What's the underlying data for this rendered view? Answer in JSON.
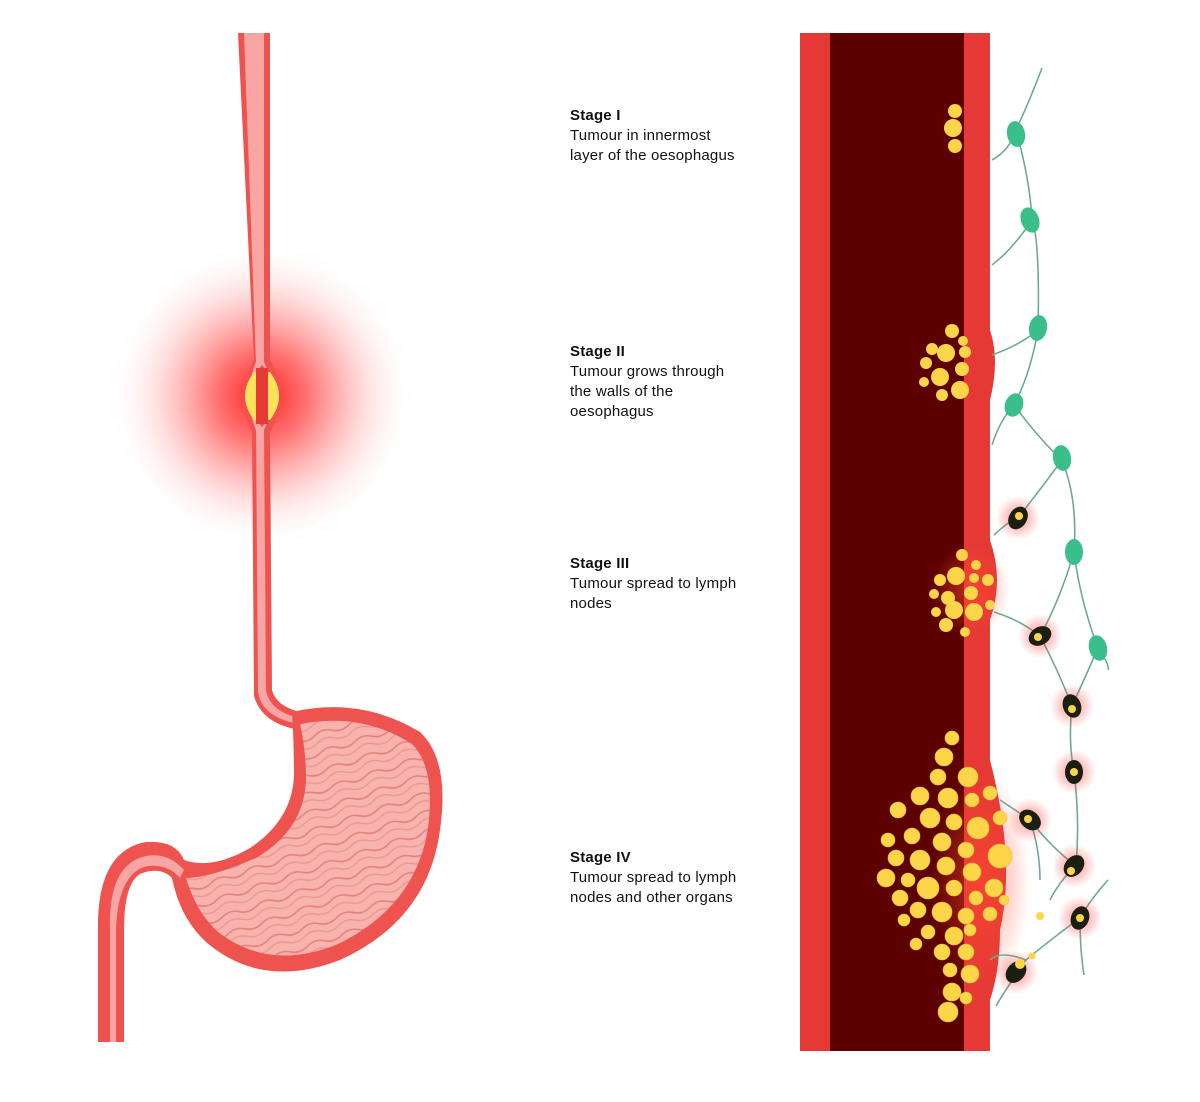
{
  "stages": [
    {
      "title": "Stage I",
      "description": "Tumour in innermost\nlayer of the oesophagus"
    },
    {
      "title": "Stage II",
      "description": "Tumour grows through\nthe walls of the\noesophagus"
    },
    {
      "title": "Stage III",
      "description": "Tumour spread to lymph\nnodes"
    },
    {
      "title": "Stage IV",
      "description": "Tumour spread to lymph\nnodes and other organs"
    }
  ],
  "colors": {
    "oesophagus_outer": "#ef5350",
    "oesophagus_inner": "#f8a5a3",
    "wall_red": "#e53935",
    "lumen_dark": "#5c0000",
    "tumour_yellow": "#fdd548",
    "tumour_highlight": "#ffe680",
    "lymph_node_green": "#3bbf8a",
    "lymph_vessel": "#6fa89a",
    "infected_node": "#1a1f12",
    "glow_red": "#ff2a2a"
  },
  "icons": [
    "oesophagus-stomach-illustration",
    "oesophageal-wall-cross-section",
    "lymph-node-icon",
    "tumour-cell-icon"
  ]
}
